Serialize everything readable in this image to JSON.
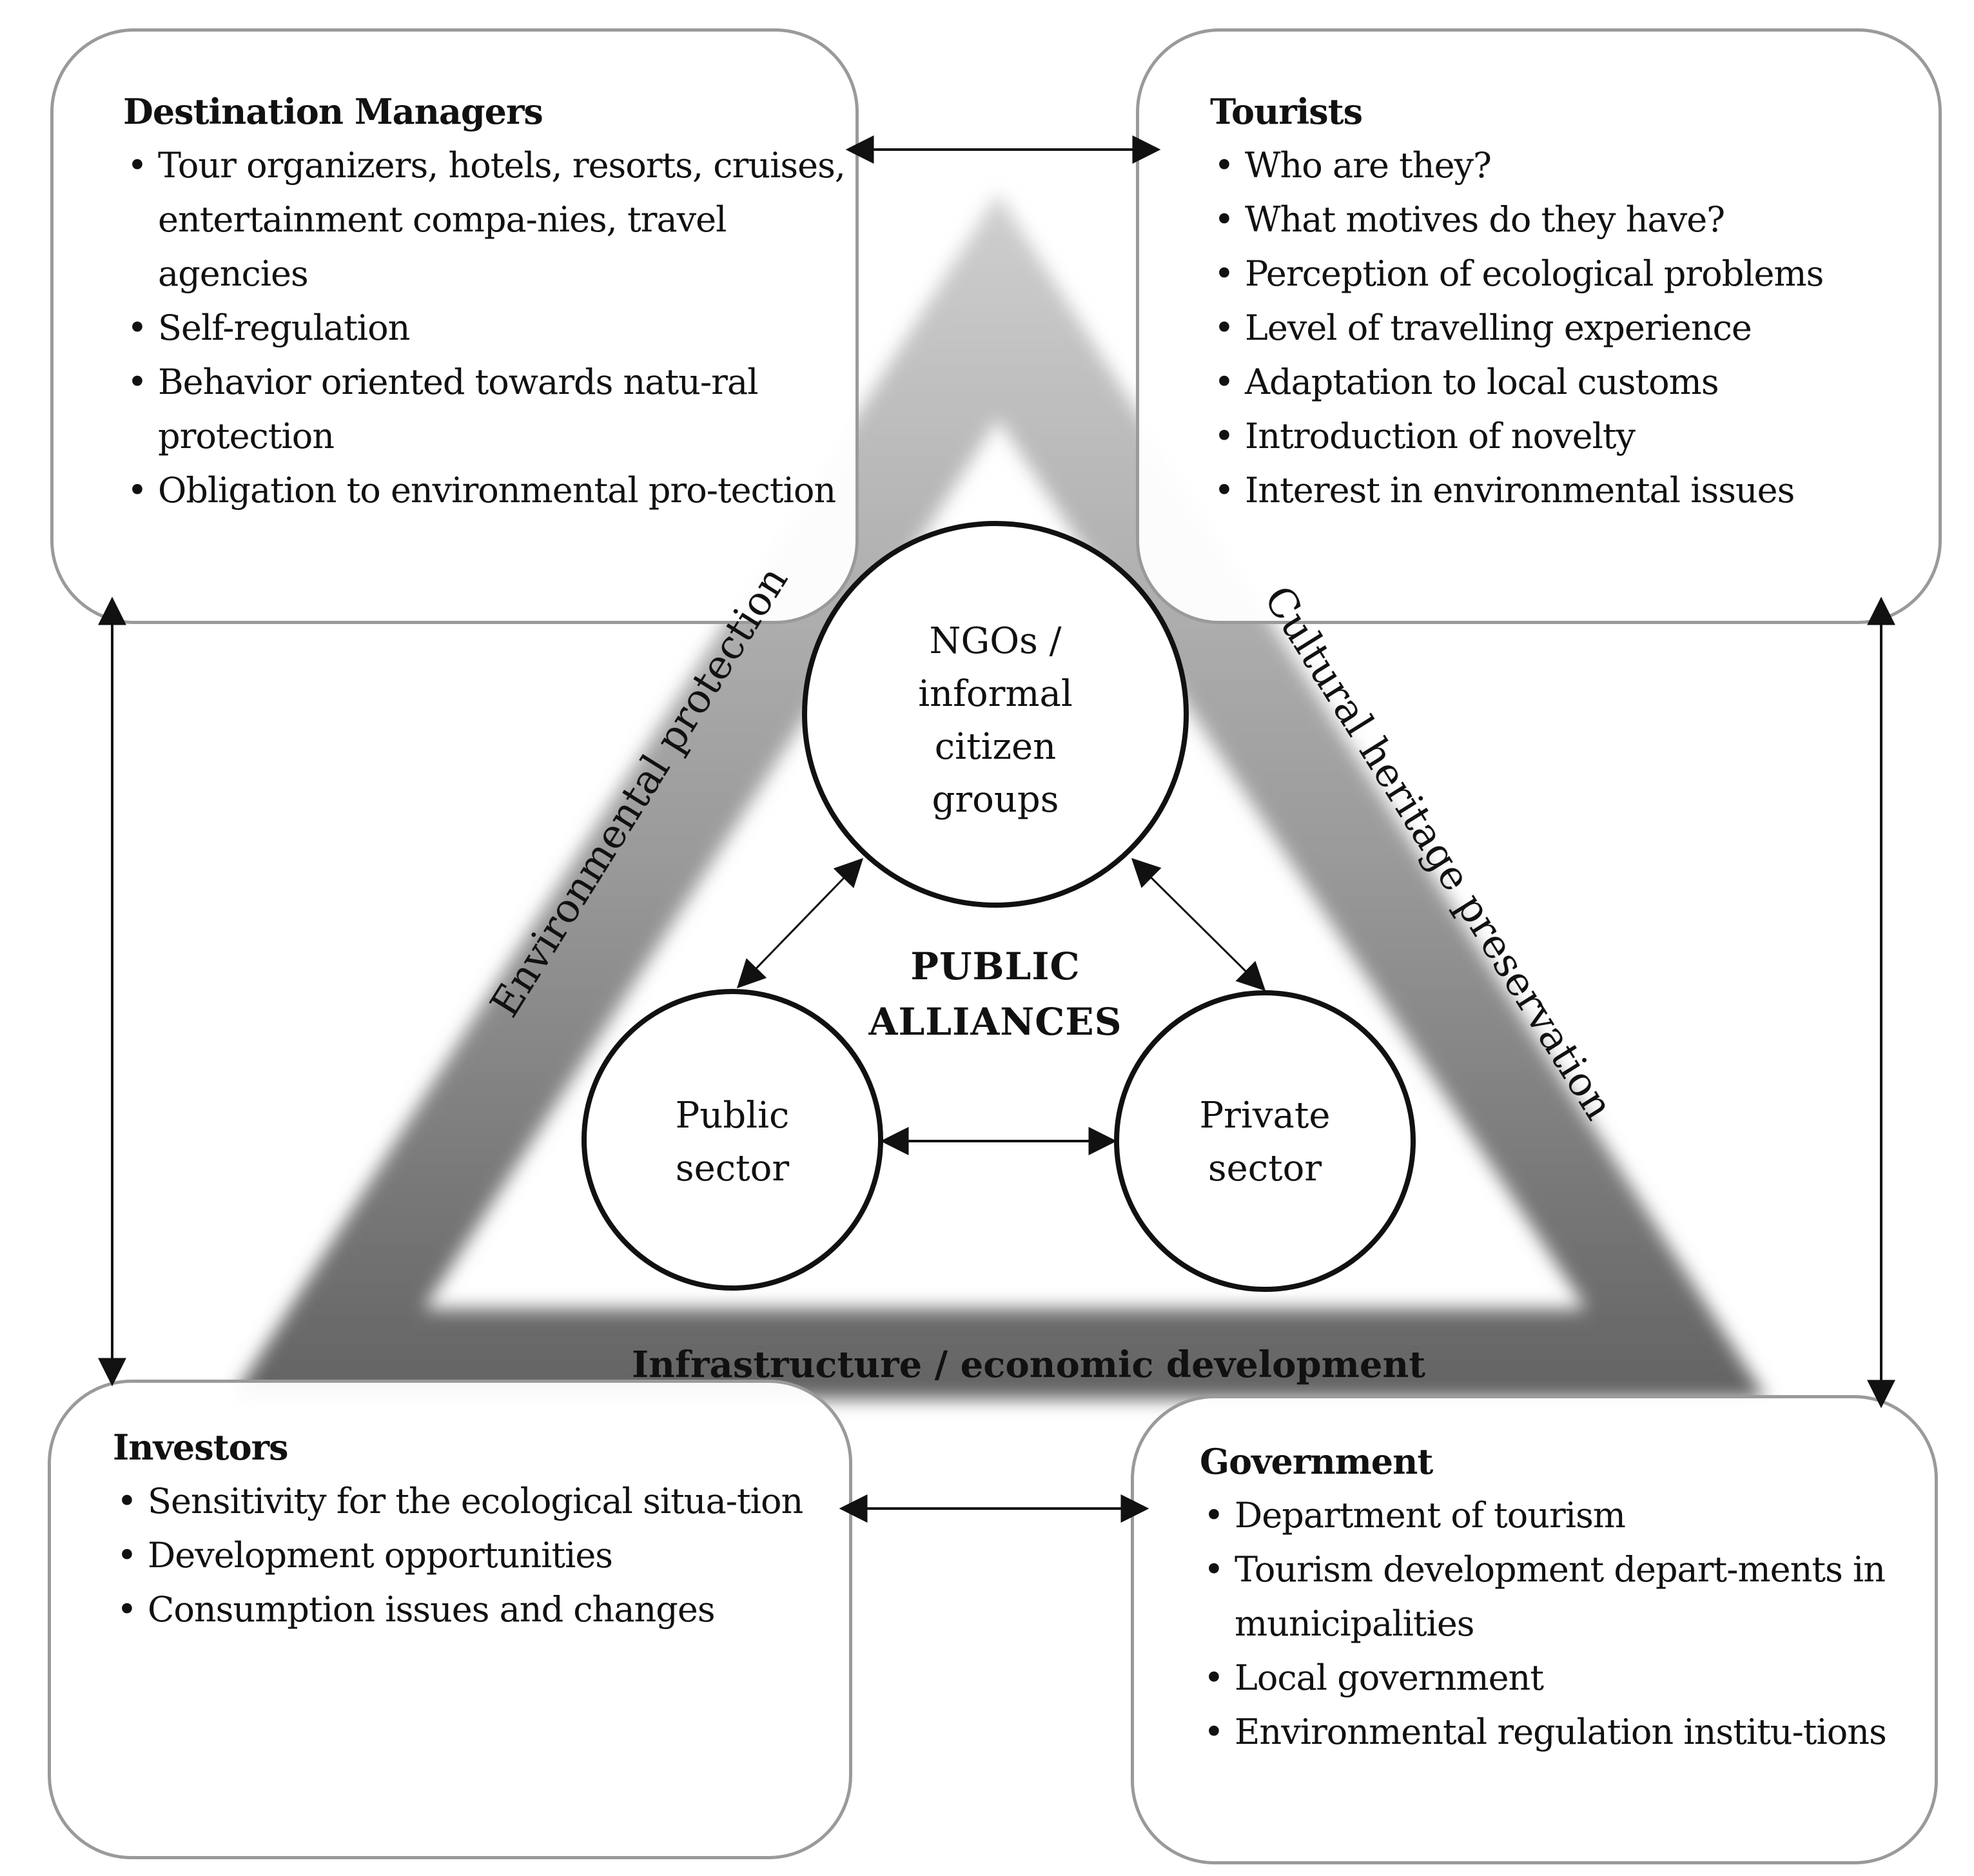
{
  "stakeholders": {
    "destination_managers": {
      "title": "Destination Managers",
      "items": [
        "Tour organizers, hotels, resorts, cruises, entertainment compa-nies, travel agencies",
        "Self-regulation",
        "Behavior oriented towards natu-ral protection",
        "Obligation to environmental pro-tection"
      ]
    },
    "tourists": {
      "title": "Tourists",
      "items": [
        "Who are they?",
        "What motives do they have?",
        "Perception of ecological problems",
        "Level of travelling experience",
        "Adaptation to local customs",
        "Introduction of novelty",
        "Interest in environmental issues"
      ]
    },
    "investors": {
      "title": "Investors",
      "items": [
        "Sensitivity for the ecological situa-tion",
        "Development opportunities",
        "Consumption issues and changes"
      ]
    },
    "government": {
      "title": "Government",
      "items": [
        "Department of tourism",
        "Tourism development depart-ments in municipalities",
        "Local government",
        "Environmental regulation institu-tions"
      ]
    }
  },
  "triangle": {
    "left_side": "Environmental protection",
    "right_side": "Cultural heritage preservation",
    "bottom_side": "Infrastructure / economic development"
  },
  "alliances": {
    "center_label_line1": "PUBLIC",
    "center_label_line2": "ALLIANCES",
    "ngo": [
      "NGOs /",
      "informal",
      "citizen",
      "groups"
    ],
    "public_sector": [
      "Public",
      "sector"
    ],
    "private_sector": [
      "Private",
      "sector"
    ]
  },
  "colors": {
    "band_light": "#c9c9c9",
    "band_dark": "#6a6a6a",
    "box_border": "#9a9a9a",
    "line": "#111111"
  }
}
